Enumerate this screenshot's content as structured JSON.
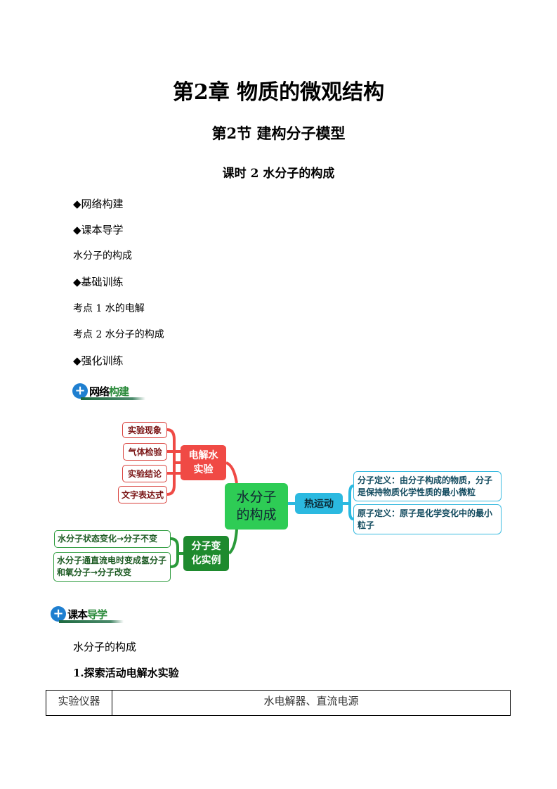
{
  "header": {
    "chapter": "第2章  物质的微观结构",
    "section": "第2节    建构分子模型",
    "lesson": "课时 2    水分子的构成"
  },
  "outline": [
    "◆网络构建",
    "◆课本导学",
    "水分子的构成",
    "◆基础训练",
    "考点 1    水的电解",
    "考点 2    水分子的构成",
    "◆强化训练"
  ],
  "badges": {
    "network": {
      "a": "网络",
      "b": "构建"
    },
    "textbook": {
      "a": "课本",
      "b": "导学"
    }
  },
  "mindmap": {
    "center": "水分子的构成",
    "electrolysis": {
      "label": "电解水实验",
      "leaves": [
        "实验现象",
        "气体检验",
        "实验结论",
        "文字表达式"
      ]
    },
    "change": {
      "label": "分子变化实例",
      "leaves": [
        "水分子状态变化→分子不变",
        "水分子通直流电时变成氢分子和氧分子→分子改变"
      ]
    },
    "thermal": {
      "label": "热运动",
      "leaves": [
        "分子定义：由分子构成的物质，分子是保持物质化学性质的最小微粒",
        "原子定义：原子是化学变化中的最小粒子"
      ]
    },
    "colors": {
      "red": "#f04a45",
      "green": "#2ecc55",
      "darkgreen": "#1e8a2e",
      "blue": "#2bb9e0"
    }
  },
  "guide": {
    "topic": "水分子的构成",
    "activity": "1.探索活动电解水实验",
    "table": [
      [
        "实验仪器",
        "水电解器、直流电源"
      ]
    ]
  }
}
